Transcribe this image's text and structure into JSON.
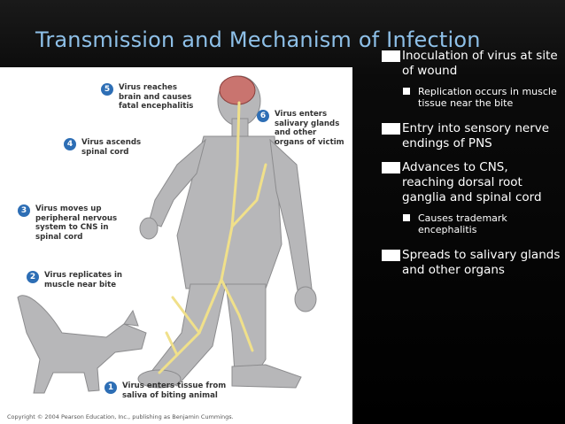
{
  "title": "Transmission and Mechanism of Infection",
  "figure": {
    "steps": [
      {
        "num": "5",
        "text": "Virus reaches\nbrain and causes\nfatal encephalitis"
      },
      {
        "num": "6",
        "text": "Virus enters\nsalivary glands\nand other\norgans of victim"
      },
      {
        "num": "4",
        "text": "Virus ascends\nspinal cord"
      },
      {
        "num": "3",
        "text": "Virus moves up\nperipheral nervous\nsystem to CNS in\nspinal cord"
      },
      {
        "num": "2",
        "text": "Virus replicates in\nmuscle near bite"
      },
      {
        "num": "1",
        "text": "Virus enters tissue from\nsaliva of biting animal"
      }
    ],
    "copyright": "Copyright © 2004 Pearson Education, Inc., publishing as Benjamin Cummings."
  },
  "bullets": [
    {
      "text": "Inoculation of virus at site of wound",
      "sub": [
        "Replication occurs in muscle tissue near the bite"
      ]
    },
    {
      "text": "Entry into sensory nerve endings of PNS",
      "sub": []
    },
    {
      "text": "Advances to CNS, reaching dorsal root ganglia and spinal cord",
      "sub": [
        "Causes trademark encephalitis"
      ]
    },
    {
      "text": "Spreads to salivary glands and other organs",
      "sub": []
    }
  ],
  "colors": {
    "title": "#8ec0e8",
    "step_badge": "#2d6eb5",
    "nerve": "#f0e08a",
    "brain": "#c9746f"
  }
}
